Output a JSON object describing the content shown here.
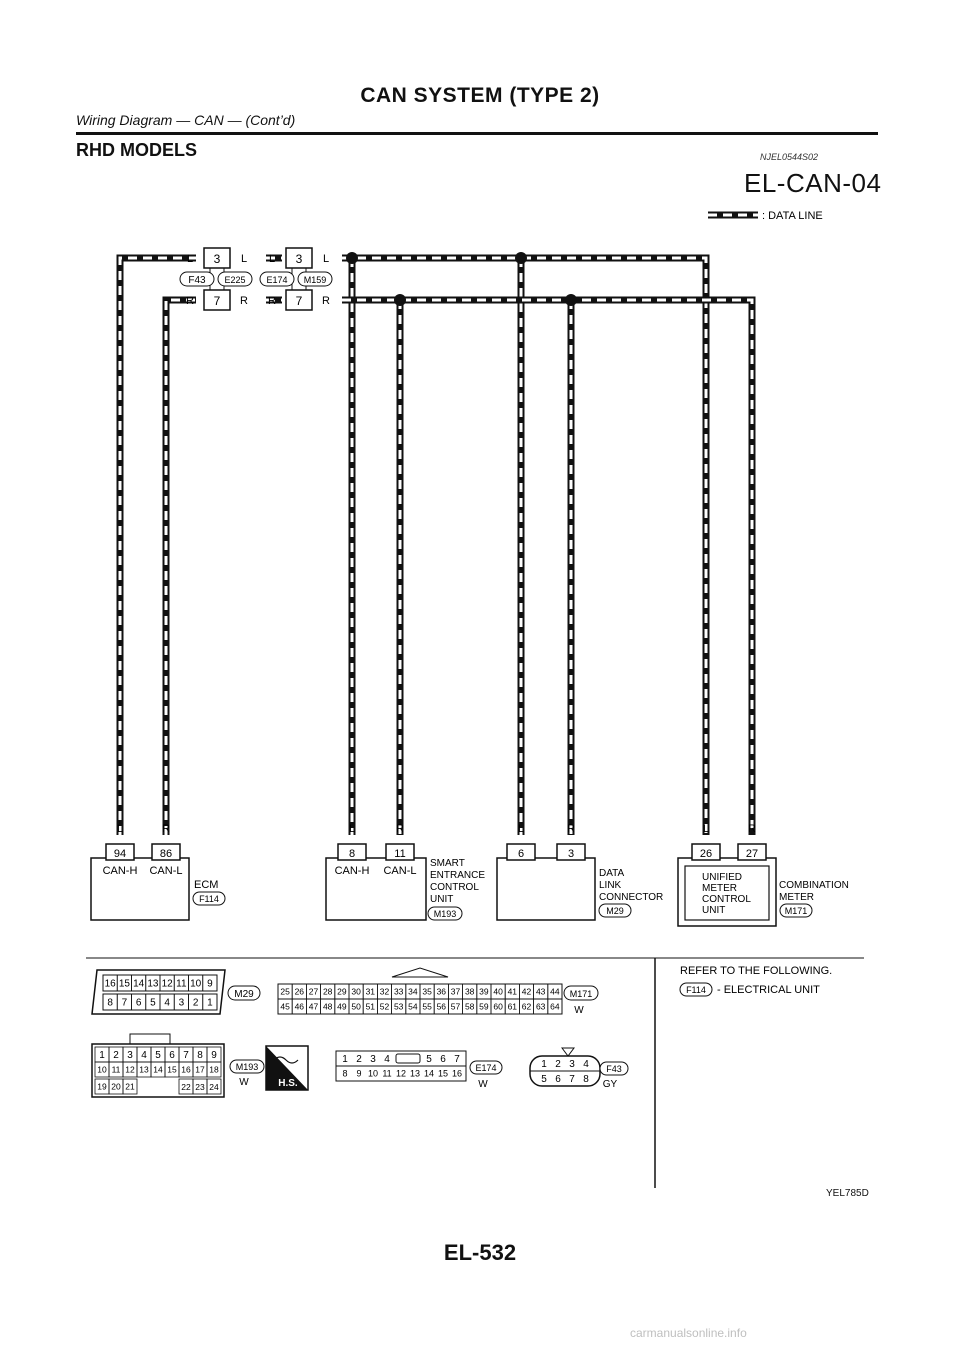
{
  "header": {
    "title": "CAN SYSTEM (TYPE 2)",
    "subtitle": "Wiring Diagram — CAN — (Cont’d)"
  },
  "section": {
    "title": "RHD MODELS",
    "code": "NJEL0544S02"
  },
  "diagram_id": "EL-CAN-04",
  "legend": {
    "label": ": DATA LINE"
  },
  "junctions": {
    "j1": {
      "left_connector": "F43",
      "right_connector": "E225",
      "pin_top": "3",
      "pin_bottom": "7"
    },
    "j2": {
      "left_connector": "E174",
      "right_connector": "M159",
      "pin_top": "3",
      "pin_bottom": "7"
    }
  },
  "wire_colors": {
    "high": "L",
    "low": "R"
  },
  "units": {
    "ecm": {
      "name": "ECM",
      "connector": "F114",
      "pin_h": "94",
      "pin_l": "86",
      "label_h": "CAN-H",
      "label_l": "CAN-L"
    },
    "smart": {
      "name_lines": [
        "SMART",
        "ENTRANCE",
        "CONTROL",
        "UNIT"
      ],
      "connector": "M193",
      "pin_h": "8",
      "pin_l": "11",
      "label_h": "CAN-H",
      "label_l": "CAN-L"
    },
    "dlc": {
      "name_lines": [
        "DATA",
        "LINK",
        "CONNECTOR"
      ],
      "connector": "M29",
      "pin_h": "6",
      "pin_l": "3"
    },
    "meter": {
      "name_lines": [
        "COMBINATION",
        "METER"
      ],
      "inner_lines": [
        "UNIFIED",
        "METER",
        "CONTROL",
        "UNIT"
      ],
      "connector": "M171",
      "pin_h": "26",
      "pin_l": "27"
    }
  },
  "connector_views": {
    "m29": {
      "label": "M29",
      "row1": [
        "16",
        "15",
        "14",
        "13",
        "12",
        "11",
        "10",
        "9"
      ],
      "row2": [
        "8",
        "7",
        "6",
        "5",
        "4",
        "3",
        "2",
        "1"
      ]
    },
    "m171": {
      "label": "M171",
      "color": "W",
      "row1": [
        "25",
        "26",
        "27",
        "28",
        "29",
        "30",
        "31",
        "32",
        "33",
        "34",
        "35",
        "36",
        "37",
        "38",
        "39",
        "40",
        "41",
        "42",
        "43",
        "44"
      ],
      "row2": [
        "45",
        "46",
        "47",
        "48",
        "49",
        "50",
        "51",
        "52",
        "53",
        "54",
        "55",
        "56",
        "57",
        "58",
        "59",
        "60",
        "61",
        "62",
        "63",
        "64"
      ]
    },
    "m193": {
      "label": "M193",
      "color": "W",
      "row1": [
        "1",
        "2",
        "3",
        "4",
        "5",
        "6",
        "7",
        "8",
        "9"
      ],
      "row2": [
        "10",
        "11",
        "12",
        "13",
        "14",
        "15",
        "16",
        "17",
        "18"
      ],
      "row3a": [
        "19",
        "20",
        "21"
      ],
      "row3b": [
        "22",
        "23",
        "24"
      ]
    },
    "hs": {
      "label": "H.S."
    },
    "e174": {
      "label": "E174",
      "color": "W",
      "row1a": [
        "1",
        "2",
        "3",
        "4"
      ],
      "row1b": [
        "5",
        "6",
        "7"
      ],
      "row2": [
        "8",
        "9",
        "10",
        "11",
        "12",
        "13",
        "14",
        "15",
        "16"
      ]
    },
    "f43": {
      "label": "F43",
      "color": "GY",
      "row1": [
        "1",
        "2",
        "3",
        "4"
      ],
      "row2": [
        "5",
        "6",
        "7",
        "8"
      ]
    }
  },
  "refer": {
    "title": "REFER TO THE FOLLOWING.",
    "connector": "F114",
    "text": "- ELECTRICAL UNIT"
  },
  "figure_code": "YEL785D",
  "page_number": "EL-532",
  "watermark": "carmanualsonline.info"
}
